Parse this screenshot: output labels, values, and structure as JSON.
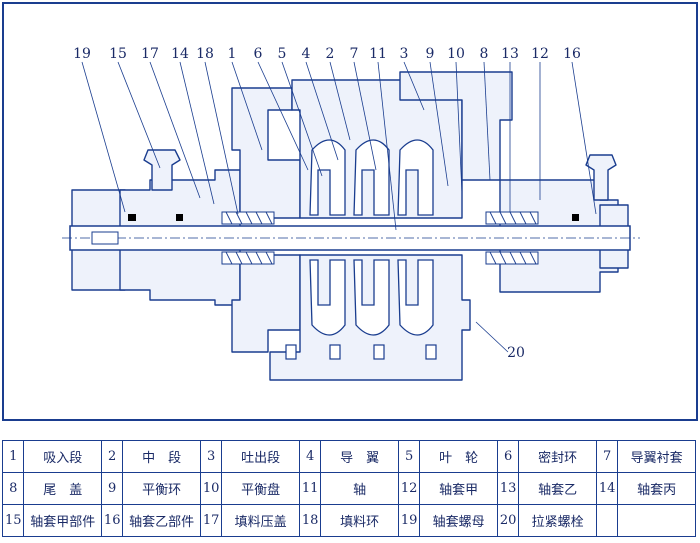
{
  "diagram": {
    "callouts_top": [
      "19",
      "15",
      "17",
      "14",
      "18",
      "1",
      "6",
      "5",
      "4",
      "2",
      "7",
      "11",
      "3",
      "9",
      "10",
      "8",
      "13",
      "12",
      "16"
    ],
    "callout_bottom": "20",
    "line_color": "#1a3d8f",
    "fill_color": "#eef2fb"
  },
  "parts_table": {
    "rows": [
      [
        {
          "n": "1",
          "name": "吸入段"
        },
        {
          "n": "2",
          "name": "中　段"
        },
        {
          "n": "3",
          "name": "吐出段"
        },
        {
          "n": "4",
          "name": "导　翼"
        },
        {
          "n": "5",
          "name": "叶　轮"
        },
        {
          "n": "6",
          "name": "密封环"
        },
        {
          "n": "7",
          "name": "导翼衬套"
        }
      ],
      [
        {
          "n": "8",
          "name": "尾　盖"
        },
        {
          "n": "9",
          "name": "平衡环"
        },
        {
          "n": "10",
          "name": "平衡盘"
        },
        {
          "n": "11",
          "name": "轴"
        },
        {
          "n": "12",
          "name": "轴套甲"
        },
        {
          "n": "13",
          "name": "轴套乙"
        },
        {
          "n": "14",
          "name": "轴套丙"
        }
      ],
      [
        {
          "n": "15",
          "name": "轴套甲部件"
        },
        {
          "n": "16",
          "name": "轴套乙部件"
        },
        {
          "n": "17",
          "name": "填料压盖"
        },
        {
          "n": "18",
          "name": "填料环"
        },
        {
          "n": "19",
          "name": "轴套螺母"
        },
        {
          "n": "20",
          "name": "拉紧螺栓"
        },
        {
          "n": "",
          "name": ""
        }
      ]
    ]
  }
}
